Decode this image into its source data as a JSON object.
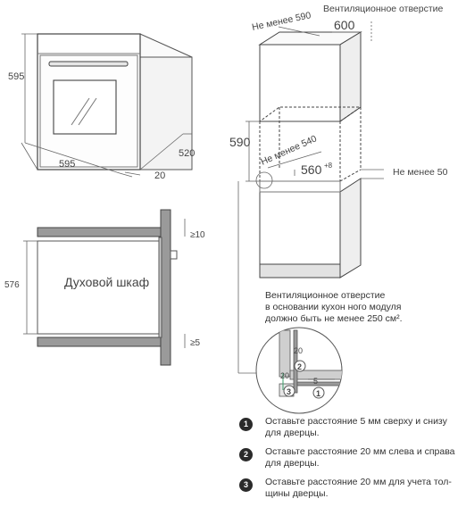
{
  "oven_front": {
    "height_label": "595",
    "width_label": "595",
    "depth_label": "520",
    "offset_label": "20"
  },
  "side_section": {
    "top_gap_label": "≥10",
    "height_label": "576",
    "oven_name": "Духовой шкаф",
    "bottom_gap_label": "≥5"
  },
  "cabinet": {
    "vent_top_label": "Вентиляционное отверстие",
    "min_depth_top_label": "Не менее 590",
    "width_label": "600",
    "niche_height_label": "590",
    "min_depth_niche_label": "Не менее 540",
    "niche_width_label": "560",
    "niche_width_tolerance": "+8",
    "min_gap_label": "Не менее 50"
  },
  "vent_note": {
    "lines": [
      "Вентиляционное отверстие",
      "в основании кухон ного модуля",
      "должно быть не менее 250 см²."
    ]
  },
  "detail": {
    "dim_20_top": "20",
    "dim_20_left": "20",
    "dim_5": "5",
    "marker_1": "1",
    "marker_2": "2",
    "marker_3": "3"
  },
  "steps": [
    {
      "number": "1",
      "text": "Оставьте расстояние 5 мм сверху и снизу для дверцы."
    },
    {
      "number": "2",
      "text": "Оставьте расстояние 20 мм слева и справа для дверцы."
    },
    {
      "number": "3",
      "text": "Оставьте расстояние 20 мм для учета тол-щины дверцы."
    }
  ]
}
